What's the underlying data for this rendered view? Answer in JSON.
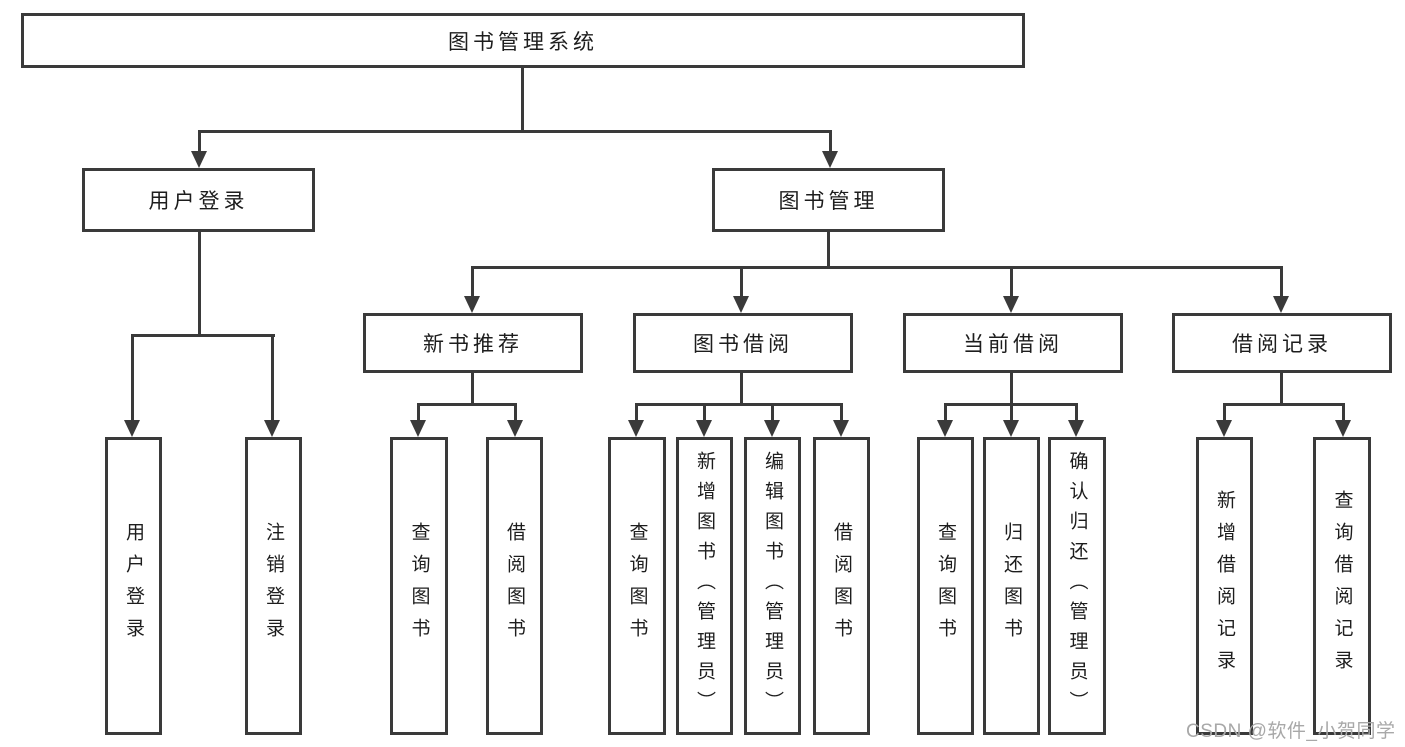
{
  "tree": {
    "root": {
      "label": "图书管理系统"
    },
    "branches": [
      {
        "label": "用户登录",
        "children": [
          {
            "label": "用户登录"
          },
          {
            "label": "注销登录"
          }
        ]
      },
      {
        "label": "图书管理",
        "children": [
          {
            "label": "新书推荐",
            "children": [
              {
                "label": "查询图书"
              },
              {
                "label": "借阅图书"
              }
            ]
          },
          {
            "label": "图书借阅",
            "children": [
              {
                "label": "查询图书"
              },
              {
                "label": "新增图书（管理员）"
              },
              {
                "label": "编辑图书（管理员）"
              },
              {
                "label": "借阅图书"
              }
            ]
          },
          {
            "label": "当前借阅",
            "children": [
              {
                "label": "查询图书"
              },
              {
                "label": "归还图书"
              },
              {
                "label": "确认归还（管理员）"
              }
            ]
          },
          {
            "label": "借阅记录",
            "children": [
              {
                "label": "新增借阅记录"
              },
              {
                "label": "查询借阅记录"
              }
            ]
          }
        ]
      }
    ]
  },
  "watermark": {
    "text": "CSDN @软件_小贺同学"
  },
  "colors": {
    "line": "#3a3a3a",
    "box_border": "#3a3a3a",
    "text": "#1d1d1d",
    "watermark": "#a8a8a8",
    "background": "#ffffff"
  }
}
